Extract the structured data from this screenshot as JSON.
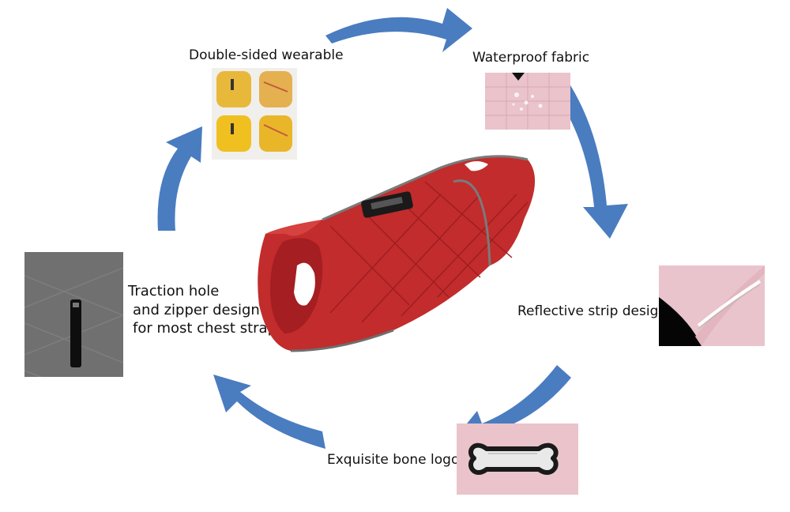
{
  "features": {
    "double_sided": "Double-sided wearable",
    "waterproof": "Waterproof fabric",
    "reflective": "Reflective strip desig",
    "bone_logo": "Exquisite bone logo",
    "traction": [
      "Traction hole",
      "and zipper design",
      "for most chest straps"
    ]
  },
  "colors": {
    "arrow": "#4a7cc0",
    "coat_red": "#c22c2c",
    "coat_pink": "#eac3cb",
    "coat_yellow": "#e8b83a",
    "coat_gray": "#707070"
  },
  "icons": [
    "cycle-arrow-icon",
    "dog-coat-image",
    "bone-logo-icon",
    "handle-icon"
  ]
}
